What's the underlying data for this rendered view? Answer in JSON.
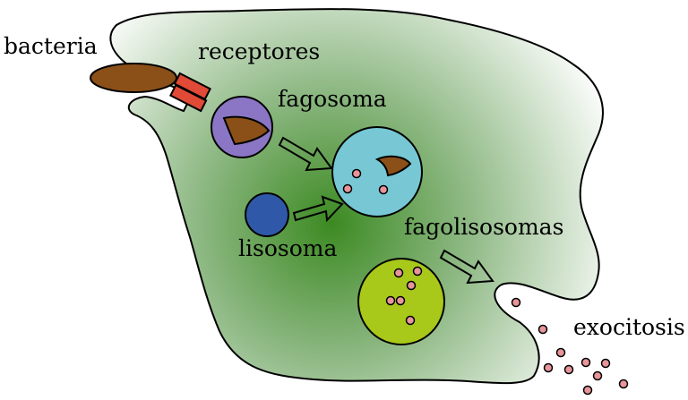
{
  "labels": {
    "bacteria": "bacteria",
    "receptores": "receptores",
    "fagosoma": "fagosoma",
    "lisosoma": "lisosoma",
    "fagolisosomas": "fagolisosomas",
    "exocitosis": "exocitosis"
  },
  "colors": {
    "cell_center": "#3c8a22",
    "cell_edge": "#ffffff",
    "bacteria": "#8b5018",
    "receptor": "#e04a36",
    "fagosoma": "#8a76c4",
    "lysosome": "#2f59a8",
    "phagolysosome": "#77c8d4",
    "residual_body": "#a8c81a",
    "particle": "#e7959a"
  }
}
